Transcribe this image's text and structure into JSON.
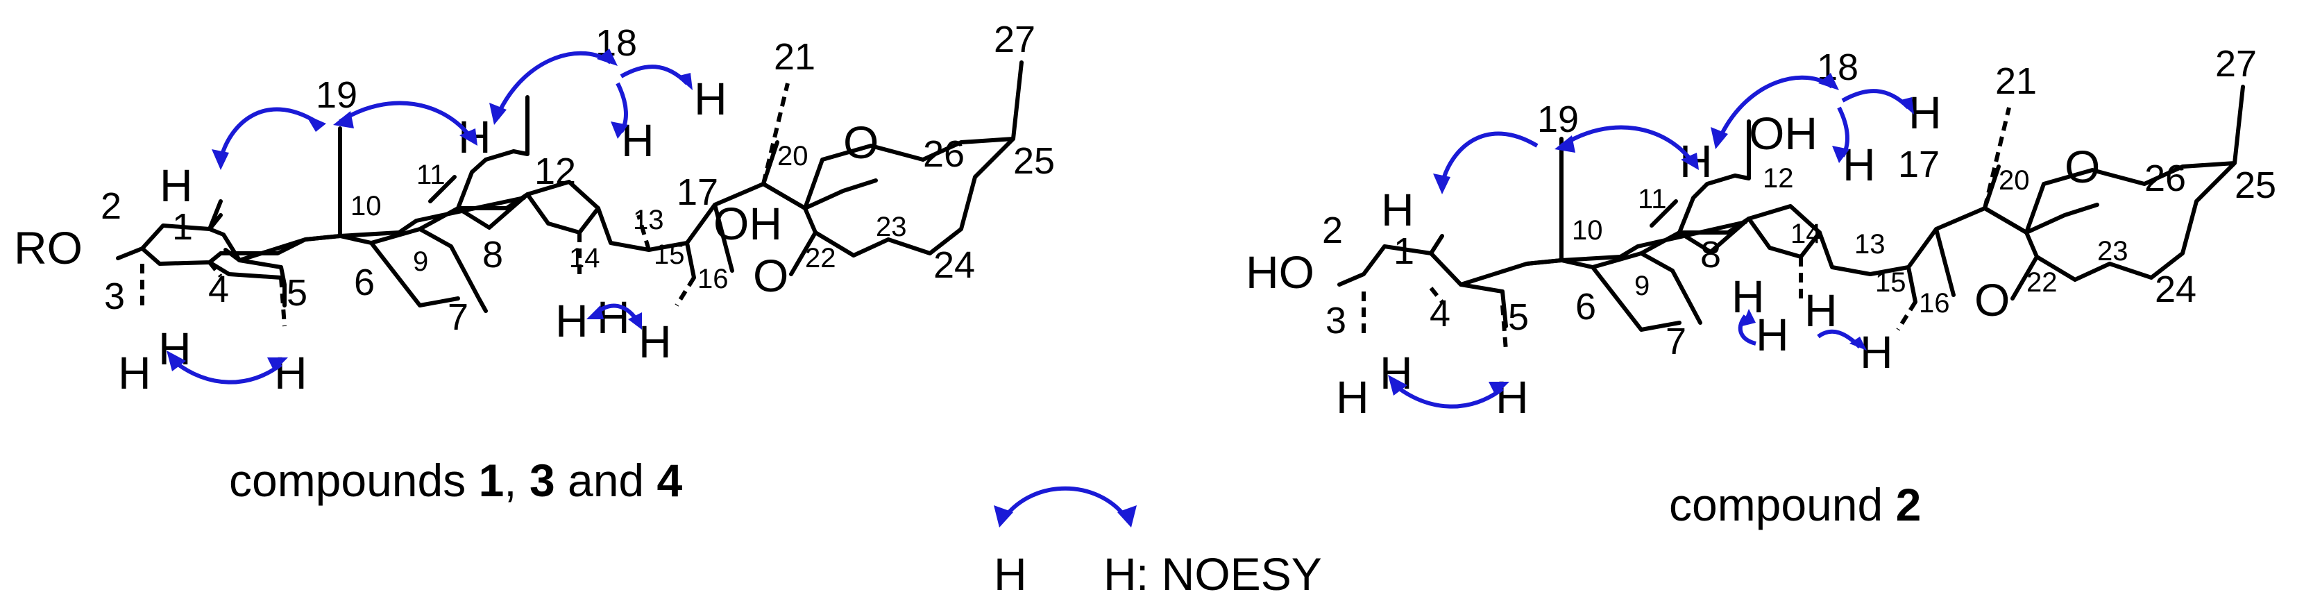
{
  "left_structure": {
    "caption": {
      "text": "compounds ",
      "n1": "1",
      "sep1": ", ",
      "n3": "3",
      "and": " and ",
      "n4": "4"
    },
    "substituent": "RO",
    "oxygen_ring": "O",
    "oxygen_bridge": "O",
    "hydroxyl": "OH",
    "hydrogen": "H",
    "atom_numbers": [
      "1",
      "2",
      "3",
      "4",
      "5",
      "6",
      "7",
      "8",
      "9",
      "10",
      "11",
      "12",
      "13",
      "14",
      "15",
      "16",
      "17",
      "18",
      "19",
      "20",
      "21",
      "22",
      "23",
      "24",
      "25",
      "26",
      "27"
    ]
  },
  "right_structure": {
    "caption": {
      "text": "compound ",
      "n2": "2"
    },
    "substituent": "HO",
    "oxygen_ring": "O",
    "oxygen_bridge": "O",
    "hydroxyl": "OH",
    "hydrogen": "H",
    "atom_numbers": [
      "1",
      "2",
      "3",
      "4",
      "5",
      "6",
      "7",
      "8",
      "9",
      "10",
      "11",
      "12",
      "13",
      "14",
      "15",
      "16",
      "17",
      "18",
      "19",
      "20",
      "21",
      "22",
      "23",
      "24",
      "25",
      "26",
      "27"
    ]
  },
  "legend": {
    "h1": "H",
    "h2": "H",
    "label": " : NOESY"
  },
  "colors": {
    "correlation_arrow": "#1a1ad6",
    "bond": "#000000"
  }
}
